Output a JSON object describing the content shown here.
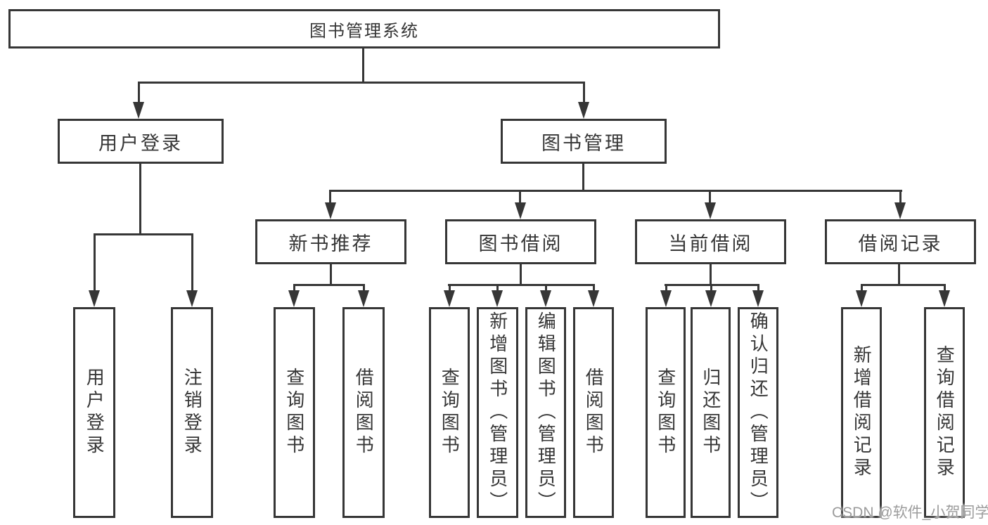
{
  "diagram": {
    "root": {
      "label": "图书管理系统"
    },
    "level2": {
      "user_login": {
        "label": "用户登录"
      },
      "book_mgmt": {
        "label": "图书管理"
      }
    },
    "level3": {
      "new_books": {
        "label": "新书推荐"
      },
      "book_borrow": {
        "label": "图书借阅"
      },
      "current_borrow": {
        "label": "当前借阅"
      },
      "borrow_records": {
        "label": "借阅记录"
      }
    },
    "leaves": {
      "user_login_leaf": {
        "label": "用户登录"
      },
      "logout": {
        "label": "注销登录"
      },
      "nb_query": {
        "label": "查询图书"
      },
      "nb_borrow": {
        "label": "借阅图书"
      },
      "bb_query": {
        "label": "查询图书"
      },
      "bb_add": {
        "label": "新增图书（管理员）"
      },
      "bb_edit": {
        "label": "编辑图书（管理员）"
      },
      "bb_borrow": {
        "label": "借阅图书"
      },
      "cb_query": {
        "label": "查询图书"
      },
      "cb_return": {
        "label": "归还图书"
      },
      "cb_confirm": {
        "label": "确认归还（管理员）"
      },
      "br_add": {
        "label": "新增借阅记录"
      },
      "br_query": {
        "label": "查询借阅记录"
      }
    },
    "watermark": "CSDN @软件_小贺同学",
    "colors": {
      "line": "#363636",
      "text": "#363636",
      "watermark": "#9c9c9c",
      "background": "#ffffff"
    }
  }
}
